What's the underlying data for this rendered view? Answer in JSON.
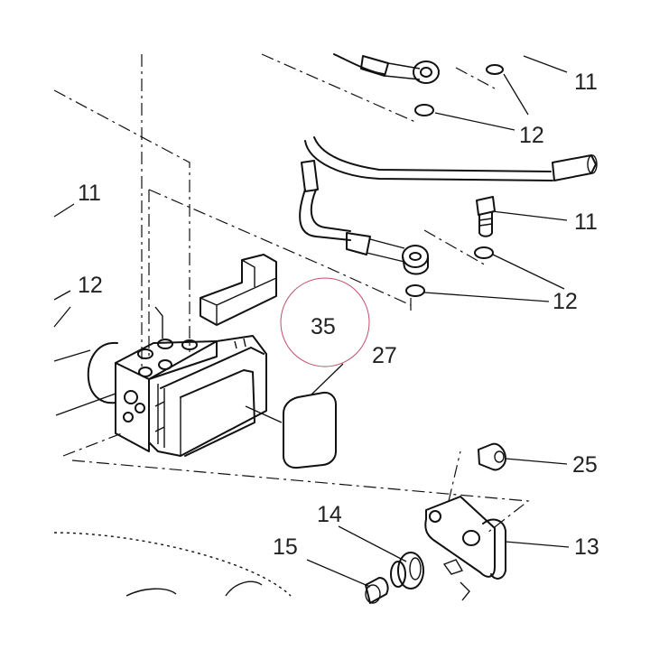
{
  "diagram": {
    "callouts": {
      "c11_top_right": "11",
      "c12_top": "12",
      "c11_left": "11",
      "c12_left": "12",
      "c11_mid_right": "11",
      "c12_mid_right": "12",
      "c35": "35",
      "c27": "27",
      "c25": "25",
      "c14": "14",
      "c15": "15",
      "c13": "13"
    },
    "highlight_circle_color": "#c0506a",
    "line_color": "#111111"
  }
}
